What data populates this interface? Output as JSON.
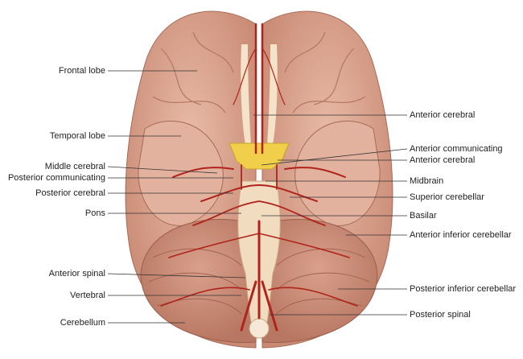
{
  "labels_left": [
    {
      "text": "Frontal lobe"
    },
    {
      "text": "Temporal lobe"
    },
    {
      "text": "Middle cerebral"
    },
    {
      "text": "Posterior communicating"
    },
    {
      "text": "Posterior cerebral"
    },
    {
      "text": "Pons"
    },
    {
      "text": "Anterior spinal"
    },
    {
      "text": "Vertebral"
    },
    {
      "text": "Cerebellum"
    }
  ],
  "labels_right": [
    {
      "text": "Anterior cerebral"
    },
    {
      "text": "Anterior communicating"
    },
    {
      "text": "Anterior cerebral"
    },
    {
      "text": "Midbrain"
    },
    {
      "text": "Superior cerebellar"
    },
    {
      "text": "Basilar"
    },
    {
      "text": "Anterior inferior cerebellar"
    },
    {
      "text": "Posterior inferior cerebellar"
    },
    {
      "text": "Posterior spinal"
    }
  ],
  "colors": {
    "brain": "#dca792",
    "artery": "#b0231b",
    "stem": "#f1dcc0",
    "chiasm": "#f2cf4a",
    "leader": "#333333"
  }
}
